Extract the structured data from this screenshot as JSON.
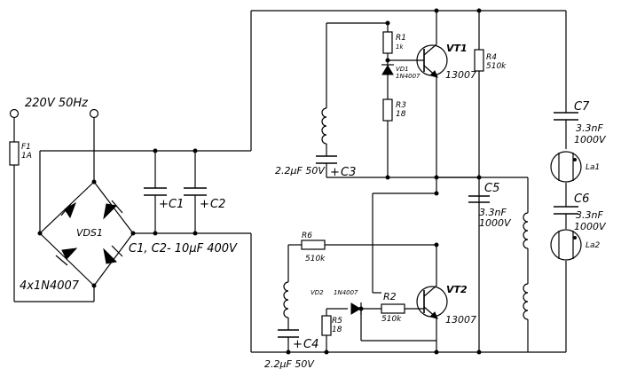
{
  "labels": {
    "mains": "220V 50Hz",
    "fuse_name": "F1",
    "fuse_value": "1A",
    "bridge": "VDS1",
    "diodes_bridge": "4x1N4007",
    "c1": "C1",
    "c2": "C2",
    "c1c2_value": "C1, C2- 10μF 400V",
    "c3": "C3",
    "c3_value": "2.2μF 50V",
    "c4": "C4",
    "c4_value": "2.2μF 50V",
    "c5": "C5",
    "c5_value1": "3.3nF",
    "c5_value2": "1000V",
    "c6": "C6",
    "c6_value1": "3.3nF",
    "c6_value2": "1000V",
    "c7": "C7",
    "c7_value1": "3.3nF",
    "c7_value2": "1000V",
    "r1": "R1",
    "r1_value": "1k",
    "r2": "R2",
    "r2_value": "510k",
    "r3": "R3",
    "r3_value": "18",
    "r4": "R4",
    "r4_value": "510k",
    "r5": "R5",
    "r5_value": "18",
    "r6": "R6",
    "r6_value": "510k",
    "vd1": "VD1",
    "vd1_value": "1N4007",
    "vd2": "VD2",
    "vd2_value": "1N4007",
    "vt1": "VT1",
    "vt1_value": "13007",
    "vt2": "VT2",
    "vt2_value": "13007",
    "la1": "La1",
    "la2": "La2",
    "plus": "+"
  }
}
